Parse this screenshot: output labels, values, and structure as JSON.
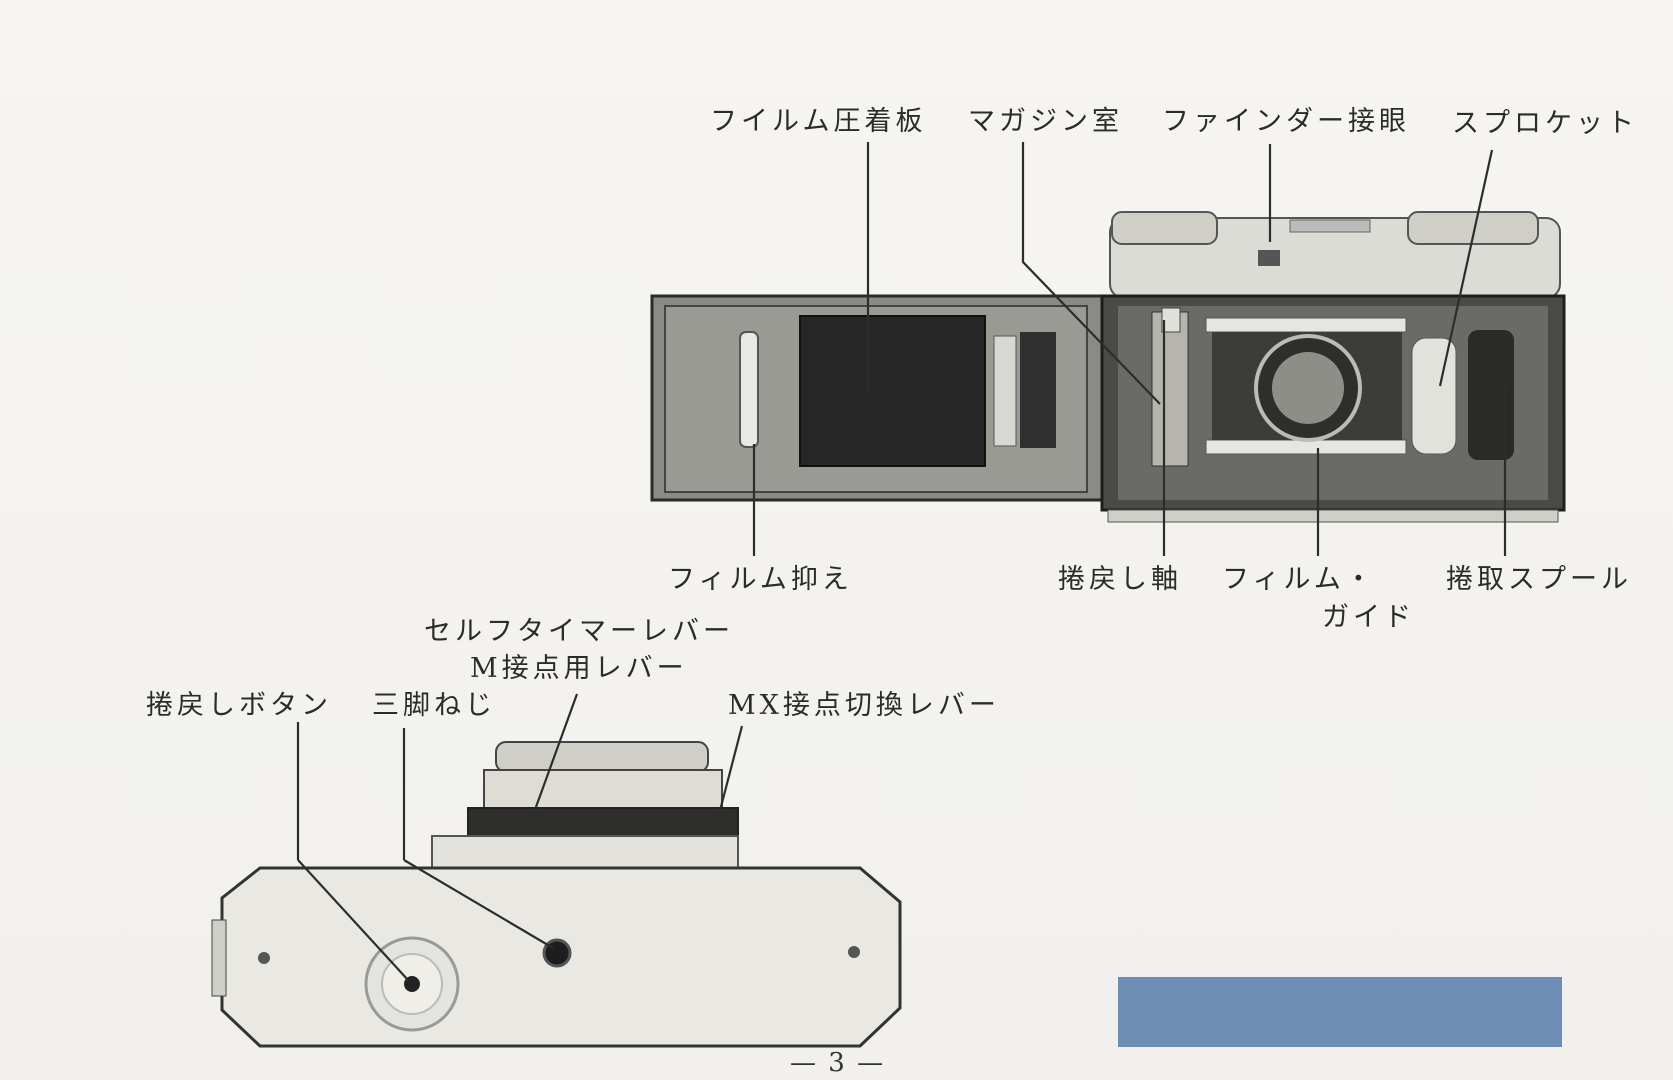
{
  "top_labels": {
    "film_pressure_plate": "フイルム圧着板",
    "magazine_chamber": "マガジン室",
    "finder_eyepiece": "ファインダー接眼",
    "sprocket": "スプロケット"
  },
  "back_bottom_labels": {
    "film_holder": "フィルム抑え",
    "rewind_shaft": "捲戻し軸",
    "film_guide_line1": "フィルム・",
    "film_guide_line2": "ガイド",
    "takeup_spool": "捲取スプール"
  },
  "bottom_view_labels": {
    "self_timer_lever": "セルフタイマーレバー",
    "m_contact_lever": "M接点用レバー",
    "rewind_button": "捲戻しボタン",
    "tripod_socket": "三脚ねじ",
    "mx_switch_lever": "MX接点切換レバー"
  },
  "page_number": "— 3 —",
  "colors": {
    "accent_bar": "#6d8db5"
  }
}
